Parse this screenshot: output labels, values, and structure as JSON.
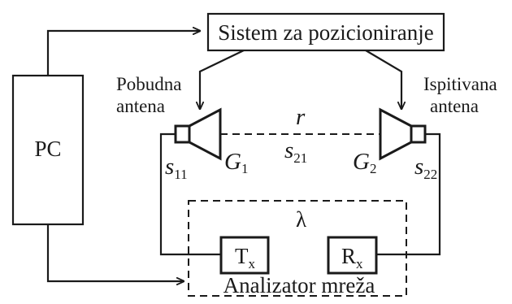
{
  "diagram": {
    "blocks": {
      "positioning_system": "Sistem za pozicioniranje",
      "pc": "PC",
      "network_analyzer": "Analizator mreža",
      "tx": {
        "base": "T",
        "sub": "x"
      },
      "rx": {
        "base": "R",
        "sub": "x"
      }
    },
    "antennas": {
      "transmit": {
        "line1": "Pobudna",
        "line2": "antena"
      },
      "test": {
        "line1": "Ispitivana",
        "line2": "antena"
      }
    },
    "symbols": {
      "distance": "r",
      "wavelength": "λ",
      "g1": {
        "base": "G",
        "sub": "1"
      },
      "g2": {
        "base": "G",
        "sub": "2"
      },
      "s11": {
        "base": "s",
        "sub": "11"
      },
      "s21": {
        "base": "s",
        "sub": "21"
      },
      "s22": {
        "base": "s",
        "sub": "22"
      }
    }
  }
}
